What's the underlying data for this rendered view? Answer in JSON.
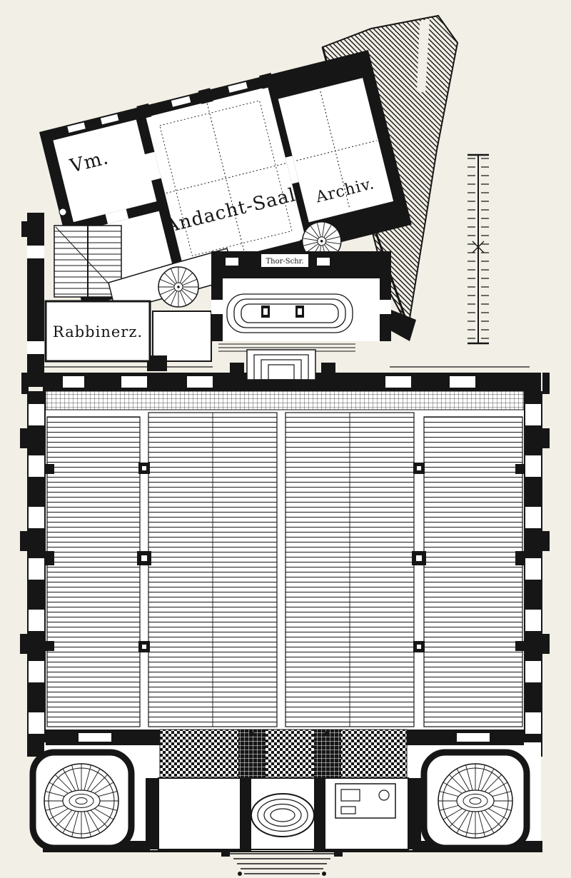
{
  "plan": {
    "rooms": {
      "vm": "Vm.",
      "andacht_saal": "Andacht-Saal.",
      "archiv": "Archiv.",
      "rabbinerz": "Rabbinerz.",
      "thora_shrine": "Thor-Schr."
    },
    "colors": {
      "paper": "#f2efe6",
      "ink": "#161616"
    }
  }
}
